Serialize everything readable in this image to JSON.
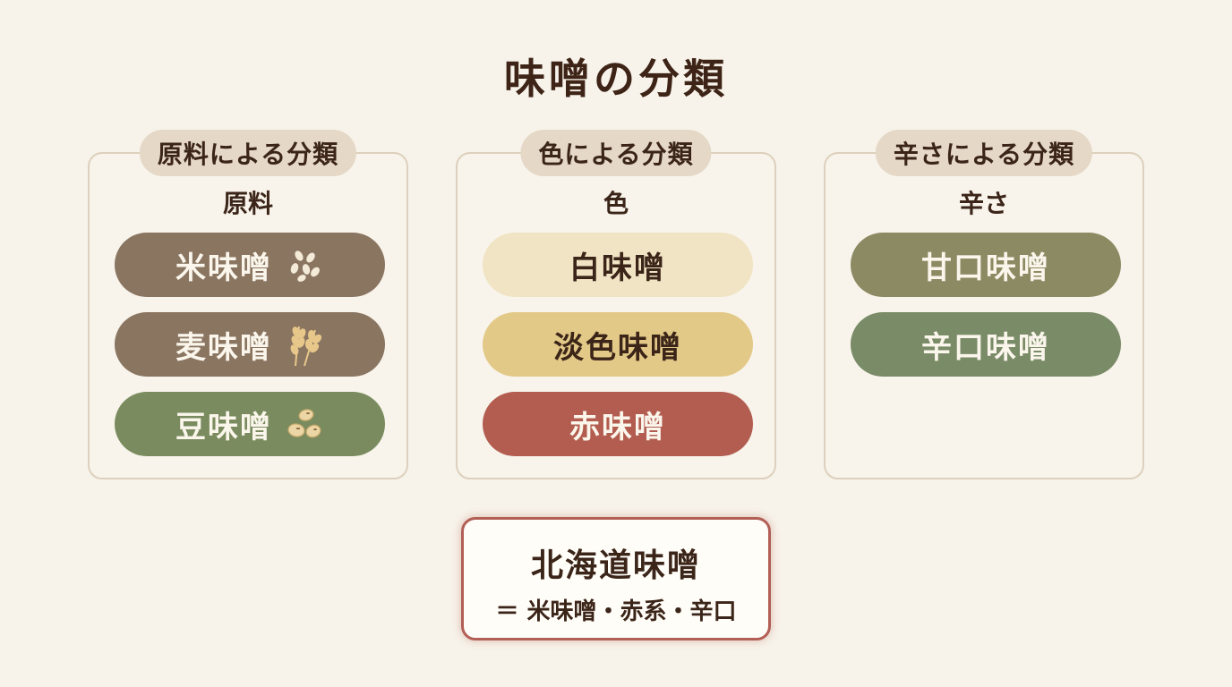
{
  "title": "味噌の分類",
  "panels": [
    {
      "tag": "原料による分類",
      "subtitle": "原料",
      "items": [
        {
          "label": "米味噌",
          "color": "#8a7561",
          "icon": "rice-grains-icon"
        },
        {
          "label": "麦味噌",
          "color": "#8a7561",
          "icon": "wheat-icon"
        },
        {
          "label": "豆味噌",
          "color": "#7a8c5f",
          "icon": "soybeans-icon"
        }
      ]
    },
    {
      "tag": "色による分類",
      "subtitle": "色",
      "items": [
        {
          "label": "白味噌",
          "color": "#f1e4c4"
        },
        {
          "label": "淡色味噌",
          "color": "#e3c987"
        },
        {
          "label": "赤味噌",
          "color": "#b35d50"
        }
      ]
    },
    {
      "tag": "辛さによる分類",
      "subtitle": "辛さ",
      "items": [
        {
          "label": "甘口味噌",
          "color": "#8c8a63"
        },
        {
          "label": "辛口味噌",
          "color": "#7a8b67"
        }
      ]
    }
  ],
  "example": {
    "title": "北海道味噌",
    "description": "＝ 米味噌・赤系・辛口",
    "border_color": "#b25f55"
  }
}
